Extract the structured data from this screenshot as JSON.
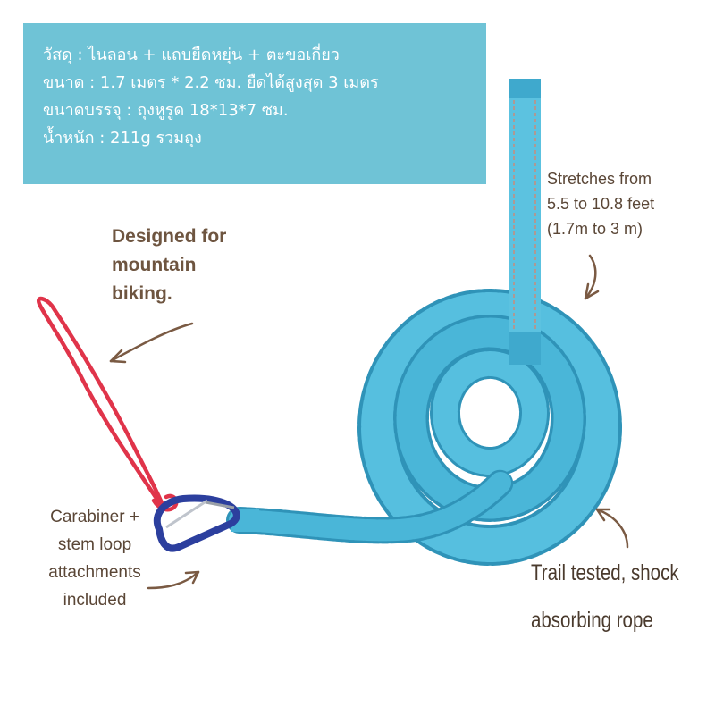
{
  "spec_box": {
    "lines": [
      "วัสดุ : ไนลอน + แถบยืดหยุ่น + ตะขอเกี่ยว",
      "ขนาด : 1.7 เมตร * 2.2 ซม. ยืดได้สูงสุด 3 เมตร",
      "ขนาดบรรจุ : ถุงหูรูด 18*13*7 ซม.",
      "น้ำหนัก : 211g รวมถุง"
    ]
  },
  "callouts": {
    "stretch": [
      "Stretches from",
      "5.5 to 10.8 feet",
      "(1.7m to 3 m)"
    ],
    "designed": [
      "Designed for",
      "mountain",
      "biking."
    ],
    "carabiner": [
      "Carabiner +",
      "stem loop",
      "attachments",
      "included"
    ],
    "trail": [
      "Trail tested, shock",
      "absorbing rope"
    ]
  },
  "colors": {
    "box_bg": "#6fc3d6",
    "rope_blue": "#4ab6d8",
    "rope_dark": "#2f93b8",
    "loop_red": "#e0344a",
    "carabiner_blue": "#2c3f9e",
    "arrow_brown": "#7a5a43"
  }
}
